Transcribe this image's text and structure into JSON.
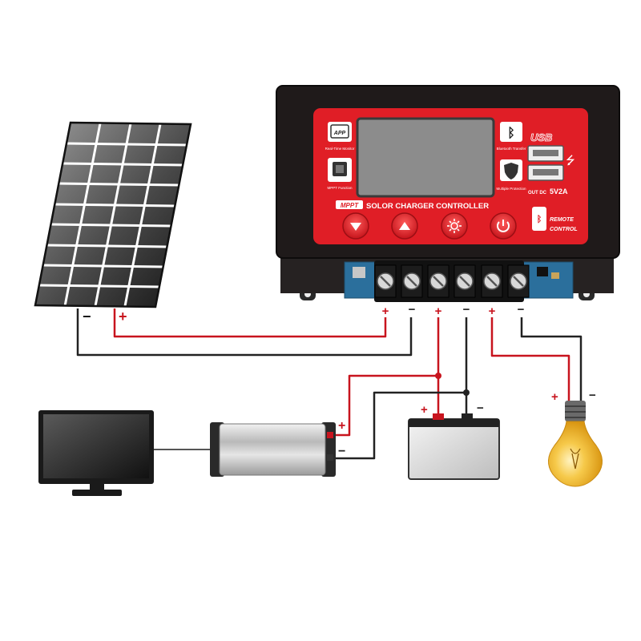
{
  "controller": {
    "app_badge": "APP",
    "app_caption": "Real-Time Monitor",
    "mppt_caption": "MPPT Function",
    "bluetooth_caption": "Bluetooth Transfer",
    "protection_caption": "Multiple Protection",
    "usb_label": "USB",
    "out_label": "OUT DC",
    "out_value": "5V2A",
    "mppt_badge": "MPPT",
    "title": "SOLOR CHARGER CONTROLLER",
    "remote_line1": "REMOTE",
    "remote_line2": "CONTROL",
    "terminal_signs": [
      "+",
      "−",
      "+",
      "−",
      "+",
      "−"
    ]
  },
  "signs": {
    "panel_neg": "−",
    "panel_pos": "+",
    "battery_pos": "+",
    "battery_neg": "−",
    "inverter_pos": "+",
    "inverter_neg": "−",
    "lamp_pos": "+",
    "lamp_neg": "−"
  },
  "colors": {
    "controller_body": "#1f1a1a",
    "controller_face": "#e01e26",
    "lcd": "#8c8c8c",
    "wire_positive": "#c8141e",
    "wire_negative": "#222222",
    "lamp_glow": "#f2b41a"
  }
}
